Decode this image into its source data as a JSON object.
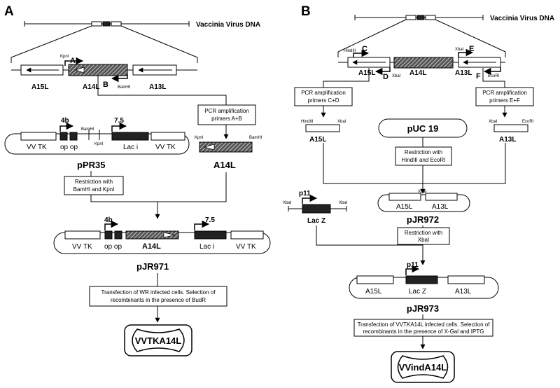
{
  "panels": {
    "a": "A",
    "b": "B"
  },
  "vaccinia_label": "Vaccinia   Virus   DNA",
  "a": {
    "genes": {
      "a15l": "A15L",
      "a14l": "A14L",
      "a13l": "A13L"
    },
    "sites": {
      "kpni": "KpnI",
      "bamhi": "BamHI"
    },
    "primers": {
      "a": "A",
      "b": "B"
    },
    "pcr_box": [
      "PCR amplification",
      "primers   A+B"
    ],
    "insert_label": "A14L",
    "ppr35": {
      "name": "pPR35",
      "promoters": {
        "p4b": "4b",
        "p75": "7.5"
      },
      "labels": {
        "vvtk": "VV  TK",
        "op": "op  op",
        "laci": "Lac  i"
      }
    },
    "restriction_box": [
      "Restriction  with",
      "BamHI and KpnI"
    ],
    "pjr971": {
      "name": "pJR971",
      "labels": {
        "vvtk": "VV  TK",
        "op": "op  op",
        "a14l": "A14L",
        "laci": "Lac  i",
        "p4b": "4b",
        "p75": "7.5"
      }
    },
    "transfection_box": [
      "Transfection of WR infected cells. Selection of",
      "recombinants in the presence of BudR"
    ],
    "result": "VVTKA14L"
  },
  "b": {
    "genes": {
      "a15l": "A15L",
      "a14l": "A14L",
      "a13l": "A13L"
    },
    "sites": {
      "hindiii": "HindIII",
      "xbai": "XbaI",
      "ecori": "EcoRI"
    },
    "primers": {
      "c": "C",
      "d": "D",
      "e": "E",
      "f": "F"
    },
    "pcr_left_box": [
      "PCR amplification",
      "primers  C+D"
    ],
    "pcr_right_box": [
      "PCR amplification",
      "primers  E+F"
    ],
    "frag_left_label": "A15L",
    "frag_right_label": "A13L",
    "puc19": "pUC 19",
    "restriction1_box": [
      "Restriction  with",
      "HindIII and EcoRI"
    ],
    "lacz": {
      "p11": "p11",
      "label": "Lac Z"
    },
    "pjr972": {
      "name": "pJR972",
      "labels": {
        "a15l": "A15L",
        "a13l": "A13L"
      }
    },
    "restriction2_box": [
      "Restriction  with",
      "XbaI"
    ],
    "pjr973": {
      "name": "pJR973",
      "labels": {
        "a15l": "A15L",
        "lacz": "Lac  Z",
        "a13l": "A13L",
        "p11": "p11"
      }
    },
    "transfection_box": [
      "Transfection of  VVTKA14L infected cells. Selection of",
      "recombinants in the presence of X-Gal and IPTG"
    ],
    "result": "VVindA14L"
  }
}
